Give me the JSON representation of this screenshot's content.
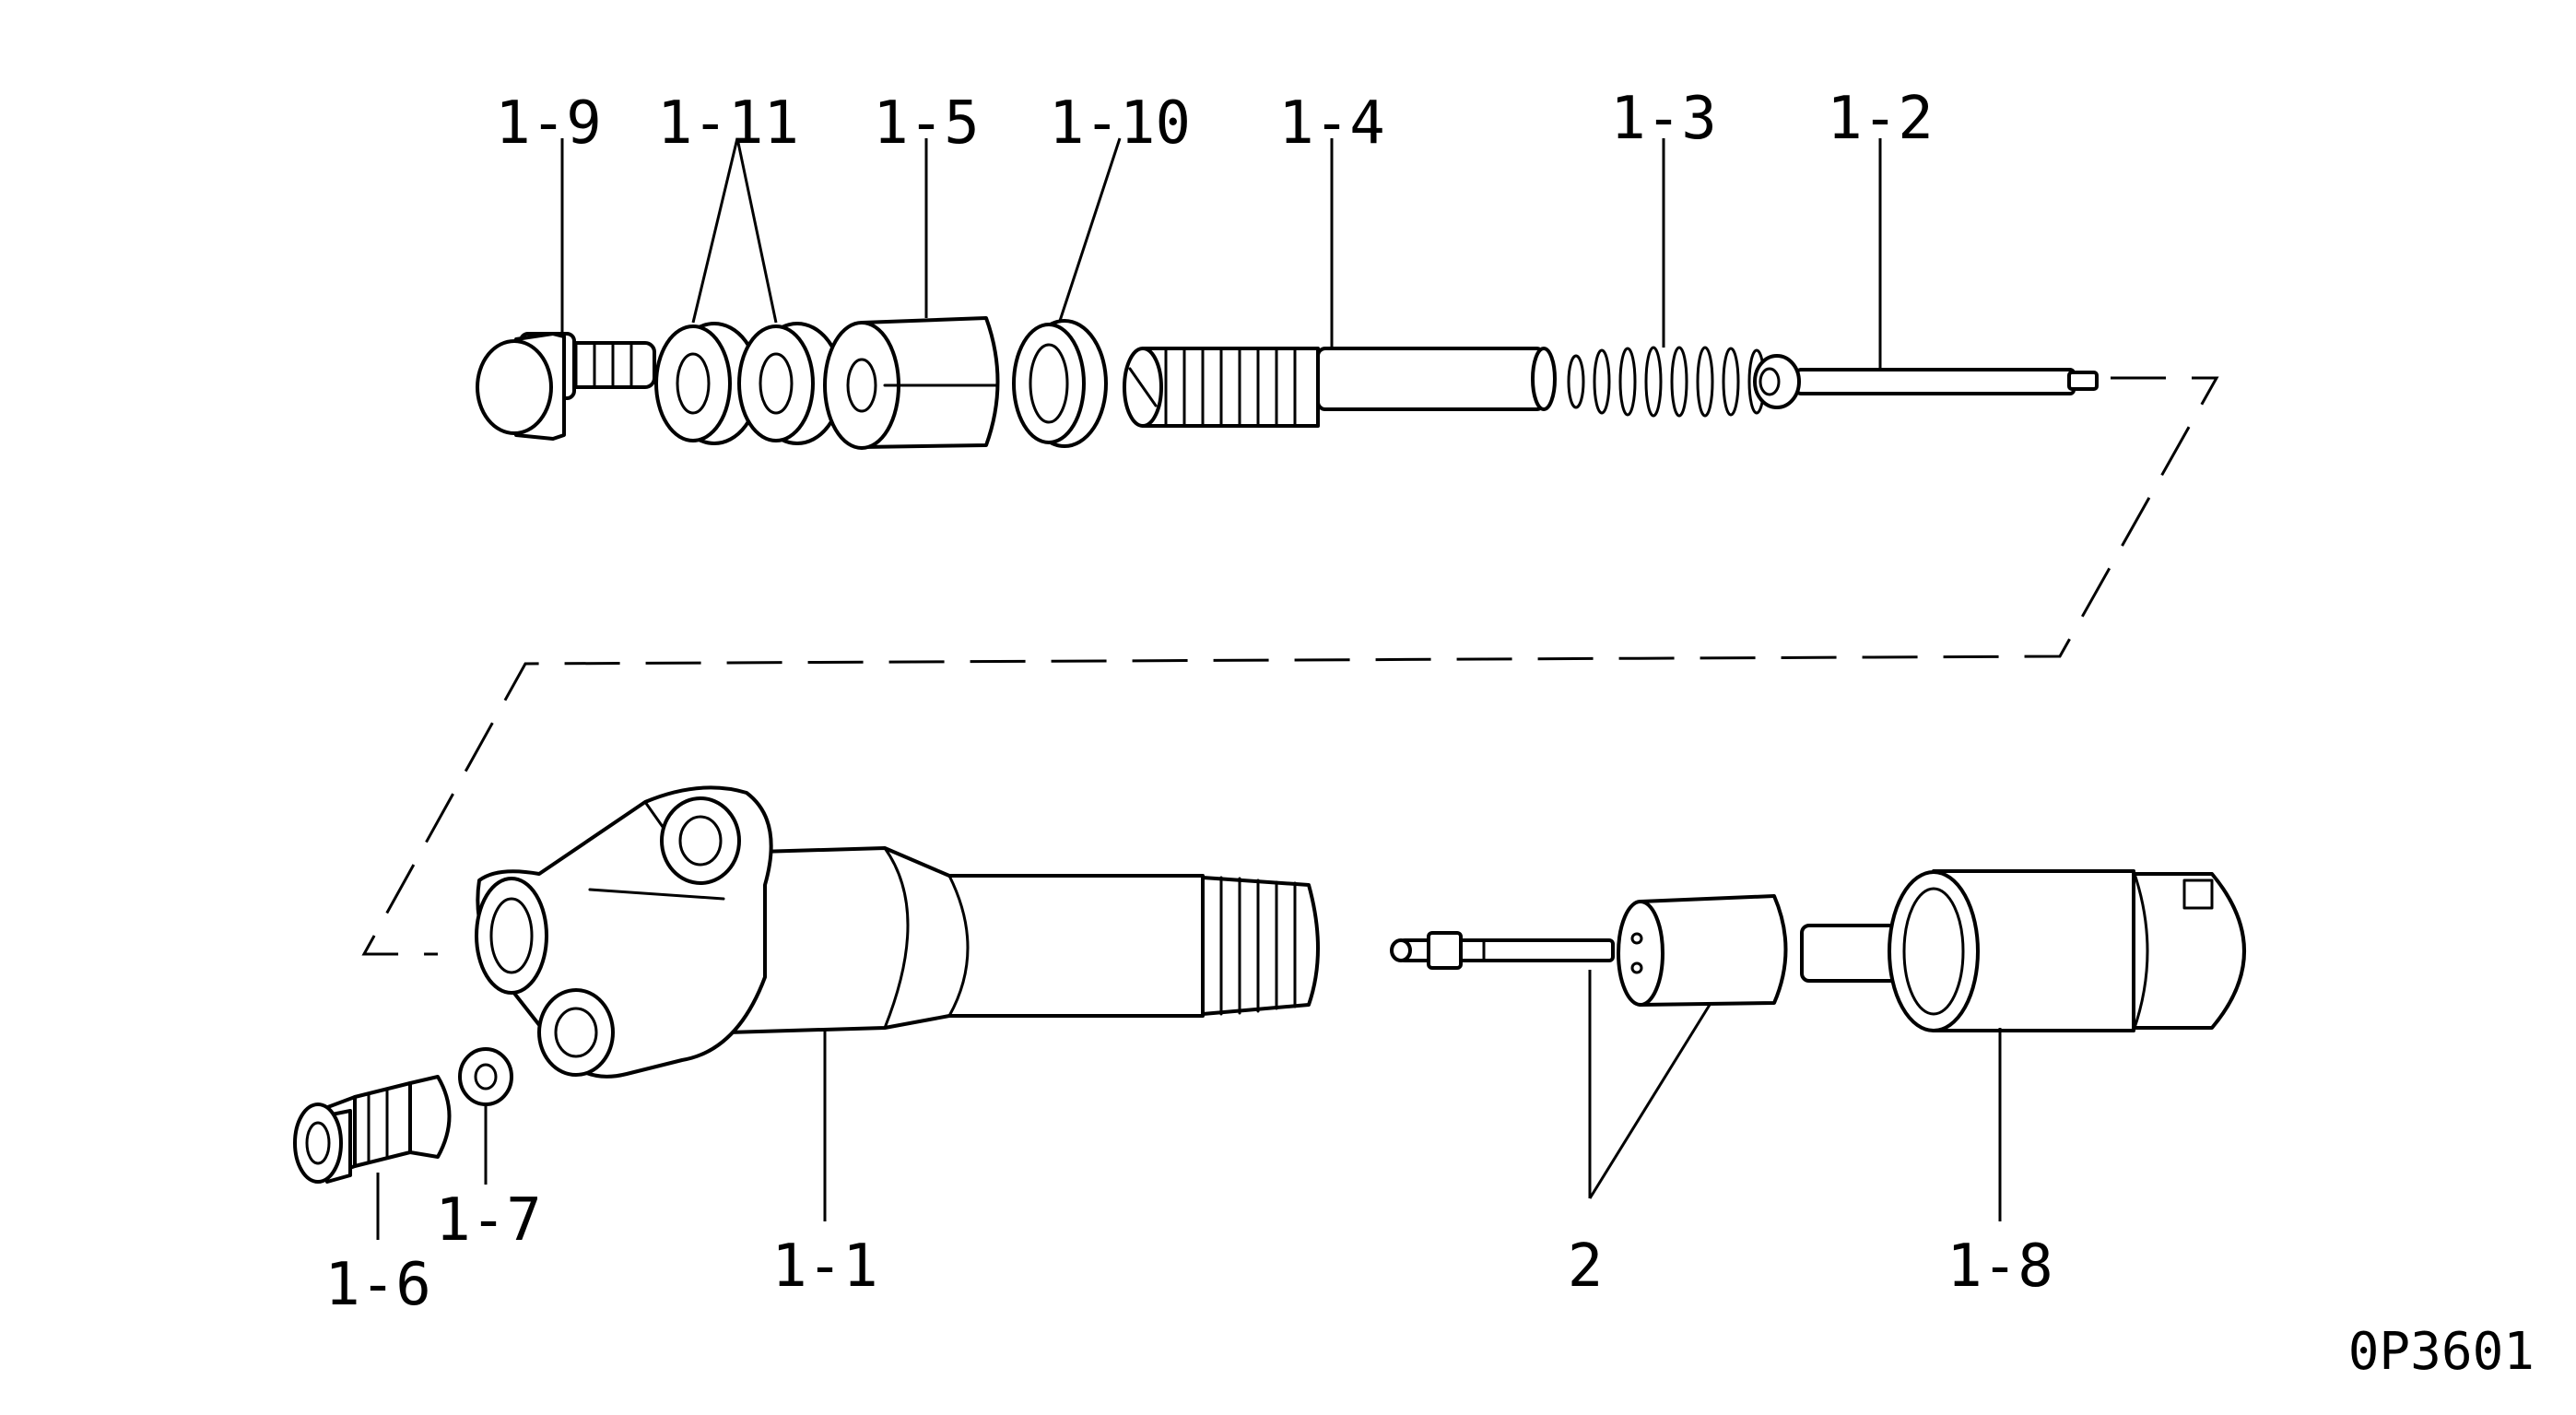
{
  "labels": {
    "p1_9": "1-9",
    "p1_11": "1-11",
    "p1_5": "1-5",
    "p1_10": "1-10",
    "p1_4": "1-4",
    "p1_3": "1-3",
    "p1_2": "1-2",
    "p1_1": "1-1",
    "p1_6": "1-6",
    "p1_7": "1-7",
    "p2": "2",
    "p1_8": "1-8"
  },
  "figure_code": "0P3601"
}
